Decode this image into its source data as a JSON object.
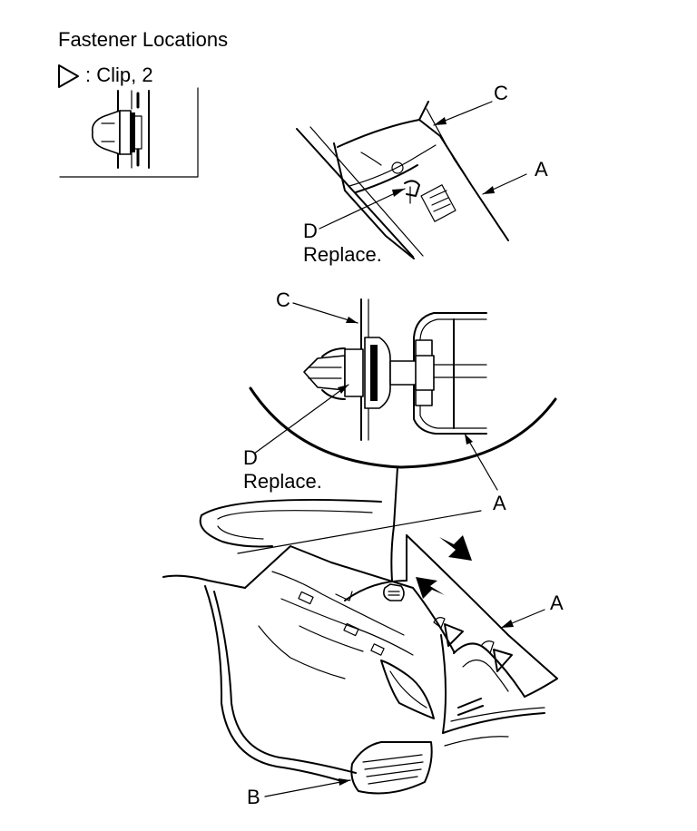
{
  "heading": "Fastener Locations",
  "legend": {
    "symbol": "clip-triangle-icon",
    "text": ": Clip, 2"
  },
  "callouts": {
    "c_top": "C",
    "a_top": "A",
    "d_top": "D",
    "replace_top": "Replace.",
    "c_mid": "C",
    "d_mid": "D",
    "replace_mid": "Replace.",
    "a_mid": "A",
    "a_low": "A",
    "b_low": "B"
  }
}
